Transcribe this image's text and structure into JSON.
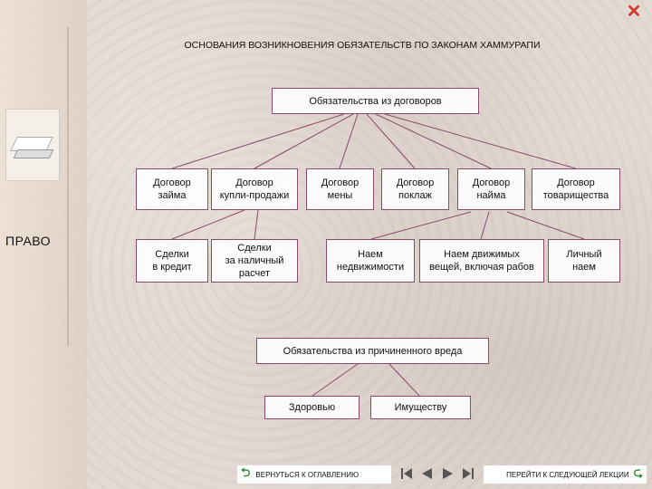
{
  "title": "ОСНОВАНИЯ ВОЗНИКНОВЕНИЯ ОБЯЗАТЕЛЬСТВ ПО ЗАКОНАМ ХАММУРАПИ",
  "sidebar": {
    "label": "ПРАВО"
  },
  "contracts": {
    "header": "Обязательства из договоров",
    "items": [
      {
        "line1": "Договор",
        "line2": "займа"
      },
      {
        "line1": "Договор",
        "line2": "купли-продажи"
      },
      {
        "line1": "Договор",
        "line2": "мены"
      },
      {
        "line1": "Договор",
        "line2": "поклаж"
      },
      {
        "line1": "Договор",
        "line2": "найма"
      },
      {
        "line1": "Договор",
        "line2": "товарищества"
      }
    ],
    "sub_credit": {
      "line1": "Сделки",
      "line2": "в кредит"
    },
    "sub_cash": {
      "line1": "Сделки",
      "line2": "за наличный",
      "line3": "расчет"
    },
    "sub_hire": [
      {
        "line1": "Наем",
        "line2": "недвижимости"
      },
      {
        "line1": "Наем движимых",
        "line2": "вещей, включая рабов"
      },
      {
        "line1": "Личный",
        "line2": "наем"
      }
    ]
  },
  "harm": {
    "header": "Обязательства из причиненного вреда",
    "items": [
      "Здоровью",
      "Имуществу"
    ]
  },
  "nav": {
    "back_label": "ВЕРНУТЬСЯ К ОГЛАВЛЕНИЮ",
    "next_label": "ПЕРЕЙТИ К СЛЕДУЮЩЕЙ ЛЕКЦИИ",
    "accent": "#2a8a2a"
  },
  "colors": {
    "box_border": "#8a4a6a",
    "line": "#8a4a6a",
    "close": "#d43a2e"
  }
}
